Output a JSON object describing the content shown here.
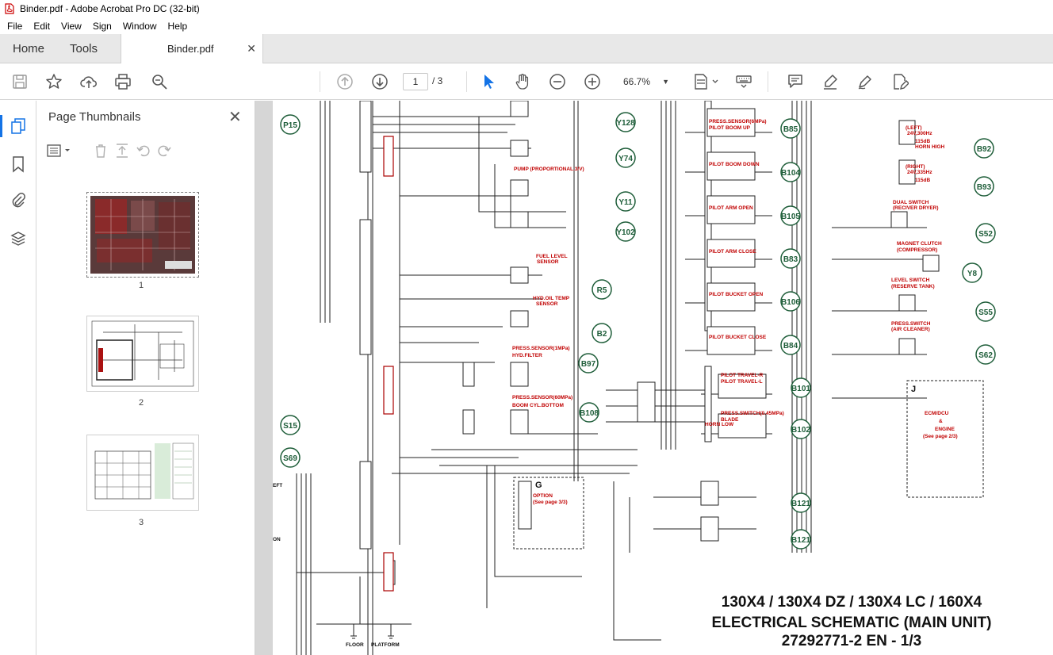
{
  "window": {
    "title": "Binder.pdf - Adobe Acrobat Pro DC (32-bit)"
  },
  "menu": [
    "File",
    "Edit",
    "View",
    "Sign",
    "Window",
    "Help"
  ],
  "tabs": {
    "home": "Home",
    "tools": "Tools",
    "document": "Binder.pdf"
  },
  "toolbar": {
    "page_current": "1",
    "page_total": "/ 3",
    "zoom": "66.7%"
  },
  "panel": {
    "title": "Page Thumbnails",
    "thumbnails": [
      "1",
      "2",
      "3"
    ]
  },
  "schematic": {
    "title_line1": "130X4 / 130X4 DZ / 130X4 LC / 160X4",
    "title_line2": "ELECTRICAL SCHEMATIC (MAIN UNIT)",
    "title_line3": "27292771-2 EN - 1/3",
    "circles": [
      {
        "id": "P15"
      },
      {
        "id": "Y128"
      },
      {
        "id": "Y74"
      },
      {
        "id": "Y11"
      },
      {
        "id": "Y102"
      },
      {
        "id": "R5"
      },
      {
        "id": "B2"
      },
      {
        "id": "B97"
      },
      {
        "id": "B108"
      },
      {
        "id": "S15"
      },
      {
        "id": "S69"
      },
      {
        "id": "B85"
      },
      {
        "id": "B104"
      },
      {
        "id": "B105"
      },
      {
        "id": "B83"
      },
      {
        "id": "B106"
      },
      {
        "id": "B84"
      },
      {
        "id": "B101"
      },
      {
        "id": "B102"
      },
      {
        "id": "B121"
      },
      {
        "id": "B121"
      },
      {
        "id": "B92"
      },
      {
        "id": "B93"
      },
      {
        "id": "S52"
      },
      {
        "id": "Y8"
      },
      {
        "id": "S55"
      },
      {
        "id": "S62"
      }
    ],
    "labels": [
      "PUMP (PROPORTIONAL.3/V)",
      "FUEL LEVEL",
      "SENSOR",
      "HYD.OIL TEMP",
      "SENSOR",
      "PRESS.SENSOR(1MPa)",
      "HYD.FILTER",
      "PRESS.SENSOR(60MPa)",
      "BOOM CYL.BOTTOM",
      "PRESS.SENSOR(6MPa)",
      "PILOT BOOM UP",
      "PILOT BOOM DOWN",
      "PILOT ARM OPEN",
      "PILOT ARM CLOSE",
      "PILOT BUCKET OPEN",
      "PILOT BUCKET CLOSE",
      "PILOT TRAVEL-R",
      "PILOT TRAVEL-L",
      "PRESS.SWITCH(0.45MPa)",
      "BLADE",
      "HORN LOW",
      "(LEFT)",
      "24V,300Hz",
      "115dB",
      "HORN HIGH",
      "(RIGHT)",
      "24V,335Hz",
      "115dB",
      "DUAL SWITCH",
      "(RECIVER DRYER)",
      "MAGNET CLUTCH",
      "(COMPRESSOR)",
      "LEVEL SWITCH",
      "(RESERVE TANK)",
      "PRESS.SWITCH",
      "(AIR CLEANER)",
      "J",
      "ECM/DCU",
      "&",
      "ENGINE",
      "(See page 2/3)",
      "G",
      "OPTION",
      "(See page 3/3)",
      "FLOOR",
      "PLATFORM",
      "EFT",
      "ON"
    ]
  }
}
